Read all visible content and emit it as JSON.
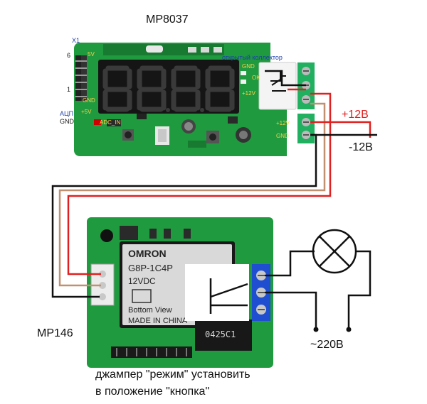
{
  "title_top": "MP8037",
  "board_top": {
    "x1": "X1",
    "pin6": "6",
    "pin5v": "5V",
    "pin1": "1",
    "gnd_left": "GND",
    "adc_5v": "+5V",
    "adc": "АЦП",
    "gnd_adc": "GND",
    "adc_in": "ADC_IN",
    "open_collector": "открытый коллектор",
    "gnd_r": "GND",
    "ok": "OK",
    "p12v_a": "+12V",
    "p12v_b": "+12V",
    "gnd_b": "GND"
  },
  "power": {
    "plus": "+12В",
    "minus": "-12В"
  },
  "relay": {
    "brand": "OMRON",
    "model": "G8P-1C4P",
    "voltage": "12VDC",
    "bottom_view": "Bottom View",
    "made_in": "MADE IN CHINA",
    "code": "0425C1"
  },
  "board_bottom": {
    "label": "MP146"
  },
  "mains": "~220В",
  "caption": {
    "line1": "джампер \"режим\" установить",
    "line2": "в положение \"кнопка\""
  },
  "colors": {
    "pcb": "#1f9a3f",
    "pcb_dark": "#187a31",
    "wire_red": "#e02020",
    "wire_brown": "#c09070",
    "wire_black": "#101010",
    "terminal": "#20b060",
    "terminal_blue": "#1f4fd0",
    "display_bg": "#151515",
    "digit_on": "#3a3a3a",
    "label_red": "#e02020",
    "label_blue": "#1c3fa8"
  }
}
